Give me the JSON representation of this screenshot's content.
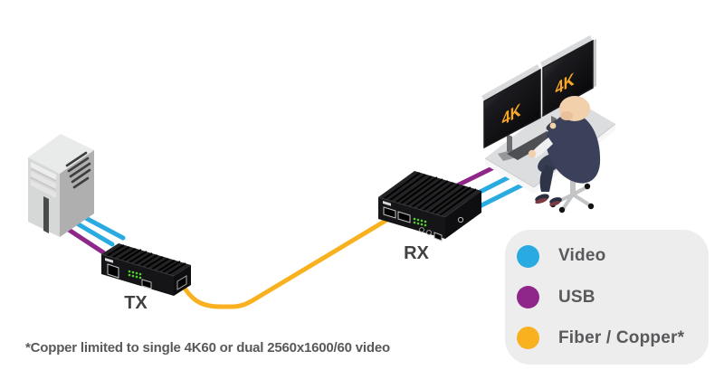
{
  "colors": {
    "video": "#29ABE2",
    "usb": "#8F2689",
    "fiber": "#F9B120",
    "screen_label": "#F8A824",
    "device_label": "#414042",
    "legend_text": "#58595B",
    "legend_bg": "#EDEDEE",
    "led_green": "#54D32C"
  },
  "devices": {
    "tx_label": "TX",
    "rx_label": "RX"
  },
  "monitors": {
    "left_label": "4K",
    "right_label": "4K"
  },
  "legend": {
    "items": [
      {
        "label": "Video",
        "color": "#29ABE2"
      },
      {
        "label": "USB",
        "color": "#8F2689"
      },
      {
        "label": "Fiber / Copper*",
        "color": "#F9B120"
      }
    ]
  },
  "footnote": "*Copper limited to single 4K60 or dual 2560x1600/60 video"
}
